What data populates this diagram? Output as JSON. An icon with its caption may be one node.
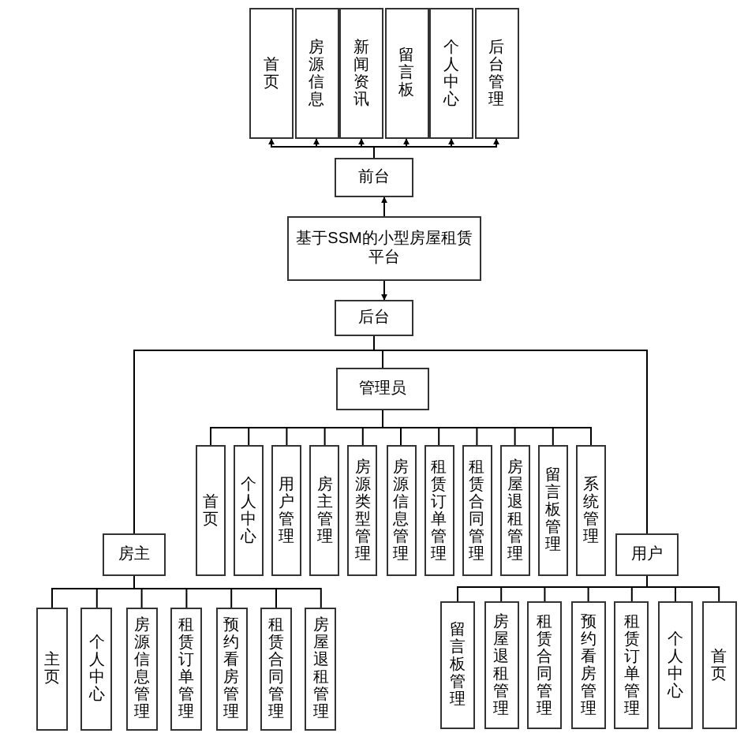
{
  "diagram": {
    "nodes": [
      {
        "text": [
          "首页"
        ]
      },
      {
        "text": [
          "房源信息"
        ]
      },
      {
        "text": [
          "新闻资讯"
        ]
      },
      {
        "text": [
          "留言板"
        ]
      },
      {
        "text": [
          "个人中心"
        ]
      },
      {
        "text": [
          "后台管理"
        ]
      },
      {
        "text": [
          "前台"
        ]
      },
      {
        "text": [
          "基于SSM的小型房屋租赁平台"
        ]
      },
      {
        "text": [
          "后台"
        ]
      },
      {
        "text": [
          "管理员"
        ]
      },
      {
        "text": [
          "首页"
        ]
      },
      {
        "text": [
          "个人中心"
        ]
      },
      {
        "text": [
          "用户管理"
        ]
      },
      {
        "text": [
          "房主管理"
        ]
      },
      {
        "text": [
          "房源类型管理"
        ]
      },
      {
        "text": [
          "房源信息管理"
        ]
      },
      {
        "text": [
          "租赁订单管理"
        ]
      },
      {
        "text": [
          "租赁合同管理"
        ]
      },
      {
        "text": [
          "房屋退租管理"
        ]
      },
      {
        "text": [
          "留言板管理"
        ]
      },
      {
        "text": [
          "系统管理"
        ]
      },
      {
        "text": [
          "房主"
        ]
      },
      {
        "text": [
          "用户"
        ]
      },
      {
        "text": [
          "主页"
        ]
      },
      {
        "text": [
          "个人中心"
        ]
      },
      {
        "text": [
          "房源信息管理"
        ]
      },
      {
        "text": [
          "租赁订单管理"
        ]
      },
      {
        "text": [
          "预约看房管理"
        ]
      },
      {
        "text": [
          "租赁合同管理"
        ]
      },
      {
        "text": [
          "房屋退租管理"
        ]
      },
      {
        "text": [
          "留言板管理"
        ]
      },
      {
        "text": [
          "房屋退租管理"
        ]
      },
      {
        "text": [
          "租赁合同管理"
        ]
      },
      {
        "text": [
          "预约看房管理"
        ]
      },
      {
        "text": [
          "租赁订单管理"
        ]
      },
      {
        "text": [
          "个人中心"
        ]
      },
      {
        "text": [
          "首页"
        ]
      }
    ],
    "edges": [
      {
        "from": 6,
        "to": 0,
        "arrow": "to"
      },
      {
        "from": 6,
        "to": 1,
        "arrow": "to"
      },
      {
        "from": 6,
        "to": 2,
        "arrow": "to"
      },
      {
        "from": 6,
        "to": 3,
        "arrow": "to"
      },
      {
        "from": 6,
        "to": 4,
        "arrow": "to"
      },
      {
        "from": 6,
        "to": 5,
        "arrow": "to"
      },
      {
        "from": 7,
        "to": 6,
        "arrow": "to"
      },
      {
        "from": 7,
        "to": 8,
        "arrow": "to"
      },
      {
        "from": 8,
        "to": 9,
        "arrow": "none"
      },
      {
        "from": 8,
        "to": 21,
        "arrow": "none"
      },
      {
        "from": 8,
        "to": 22,
        "arrow": "none"
      },
      {
        "from": 9,
        "to": 10,
        "arrow": "none"
      },
      {
        "from": 9,
        "to": 11,
        "arrow": "none"
      },
      {
        "from": 9,
        "to": 12,
        "arrow": "none"
      },
      {
        "from": 9,
        "to": 13,
        "arrow": "none"
      },
      {
        "from": 9,
        "to": 14,
        "arrow": "none"
      },
      {
        "from": 9,
        "to": 15,
        "arrow": "none"
      },
      {
        "from": 9,
        "to": 16,
        "arrow": "none"
      },
      {
        "from": 9,
        "to": 17,
        "arrow": "none"
      },
      {
        "from": 9,
        "to": 18,
        "arrow": "none"
      },
      {
        "from": 9,
        "to": 19,
        "arrow": "none"
      },
      {
        "from": 9,
        "to": 20,
        "arrow": "none"
      },
      {
        "from": 21,
        "to": 23,
        "arrow": "none"
      },
      {
        "from": 21,
        "to": 24,
        "arrow": "none"
      },
      {
        "from": 21,
        "to": 25,
        "arrow": "none"
      },
      {
        "from": 21,
        "to": 26,
        "arrow": "none"
      },
      {
        "from": 21,
        "to": 27,
        "arrow": "none"
      },
      {
        "from": 21,
        "to": 28,
        "arrow": "none"
      },
      {
        "from": 21,
        "to": 29,
        "arrow": "none"
      },
      {
        "from": 22,
        "to": 30,
        "arrow": "none"
      },
      {
        "from": 22,
        "to": 31,
        "arrow": "none"
      },
      {
        "from": 22,
        "to": 32,
        "arrow": "none"
      },
      {
        "from": 22,
        "to": 33,
        "arrow": "none"
      },
      {
        "from": 22,
        "to": 34,
        "arrow": "none"
      },
      {
        "from": 22,
        "to": 35,
        "arrow": "none"
      },
      {
        "from": 22,
        "to": 36,
        "arrow": "none"
      }
    ]
  }
}
